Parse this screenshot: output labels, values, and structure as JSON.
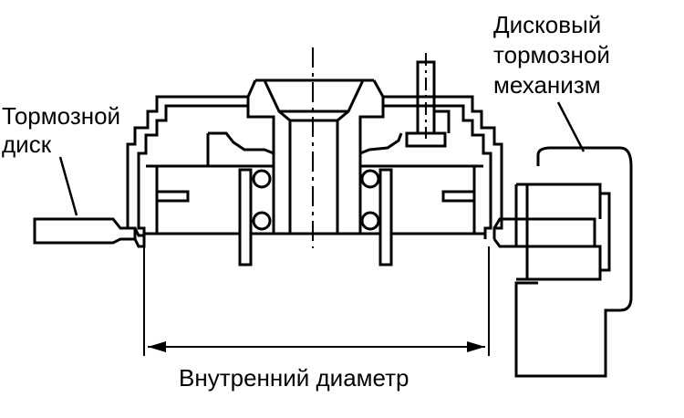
{
  "labels": {
    "brake_disc": [
      "Тормозной",
      "диск"
    ],
    "disc_brake_mechanism": [
      "Дисковый",
      "тормозной",
      "механизм"
    ],
    "inner_diameter": "Внутренний диаметр"
  },
  "colors": {
    "ink": "#000000",
    "background": "#ffffff"
  }
}
